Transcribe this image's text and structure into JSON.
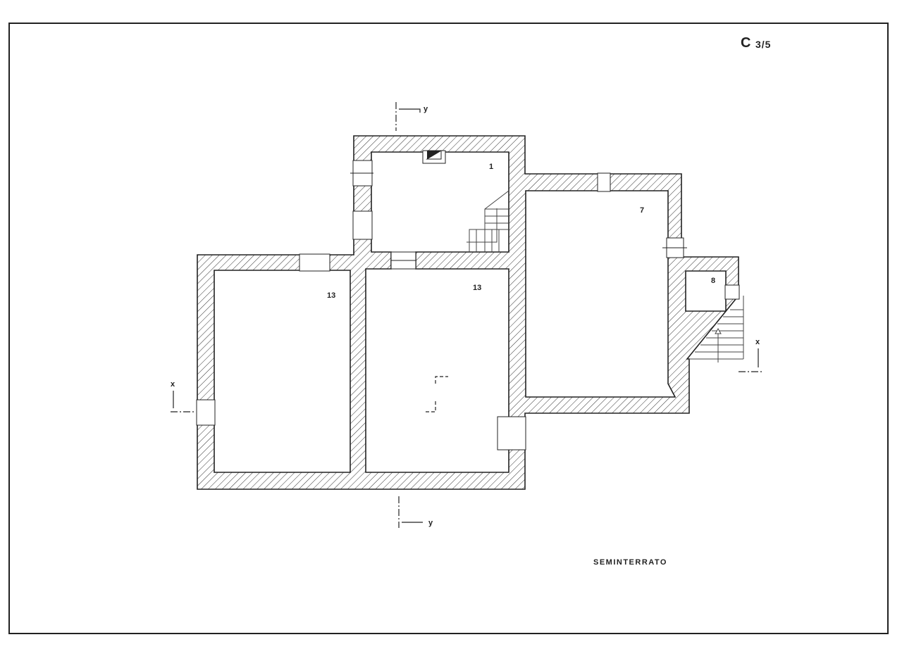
{
  "sheet": {
    "code_letter": "C",
    "sheet_number": "3/5",
    "title": "SEMINTERRATO"
  },
  "rooms": [
    {
      "id": "room-1",
      "label": "1"
    },
    {
      "id": "room-7",
      "label": "7"
    },
    {
      "id": "room-8",
      "label": "8"
    },
    {
      "id": "room-13-left",
      "label": "13"
    },
    {
      "id": "room-13-middle",
      "label": "13"
    }
  ],
  "sections": {
    "x_label": "x",
    "y_label": "y"
  },
  "colors": {
    "ink": "#222222",
    "paper": "#ffffff"
  }
}
